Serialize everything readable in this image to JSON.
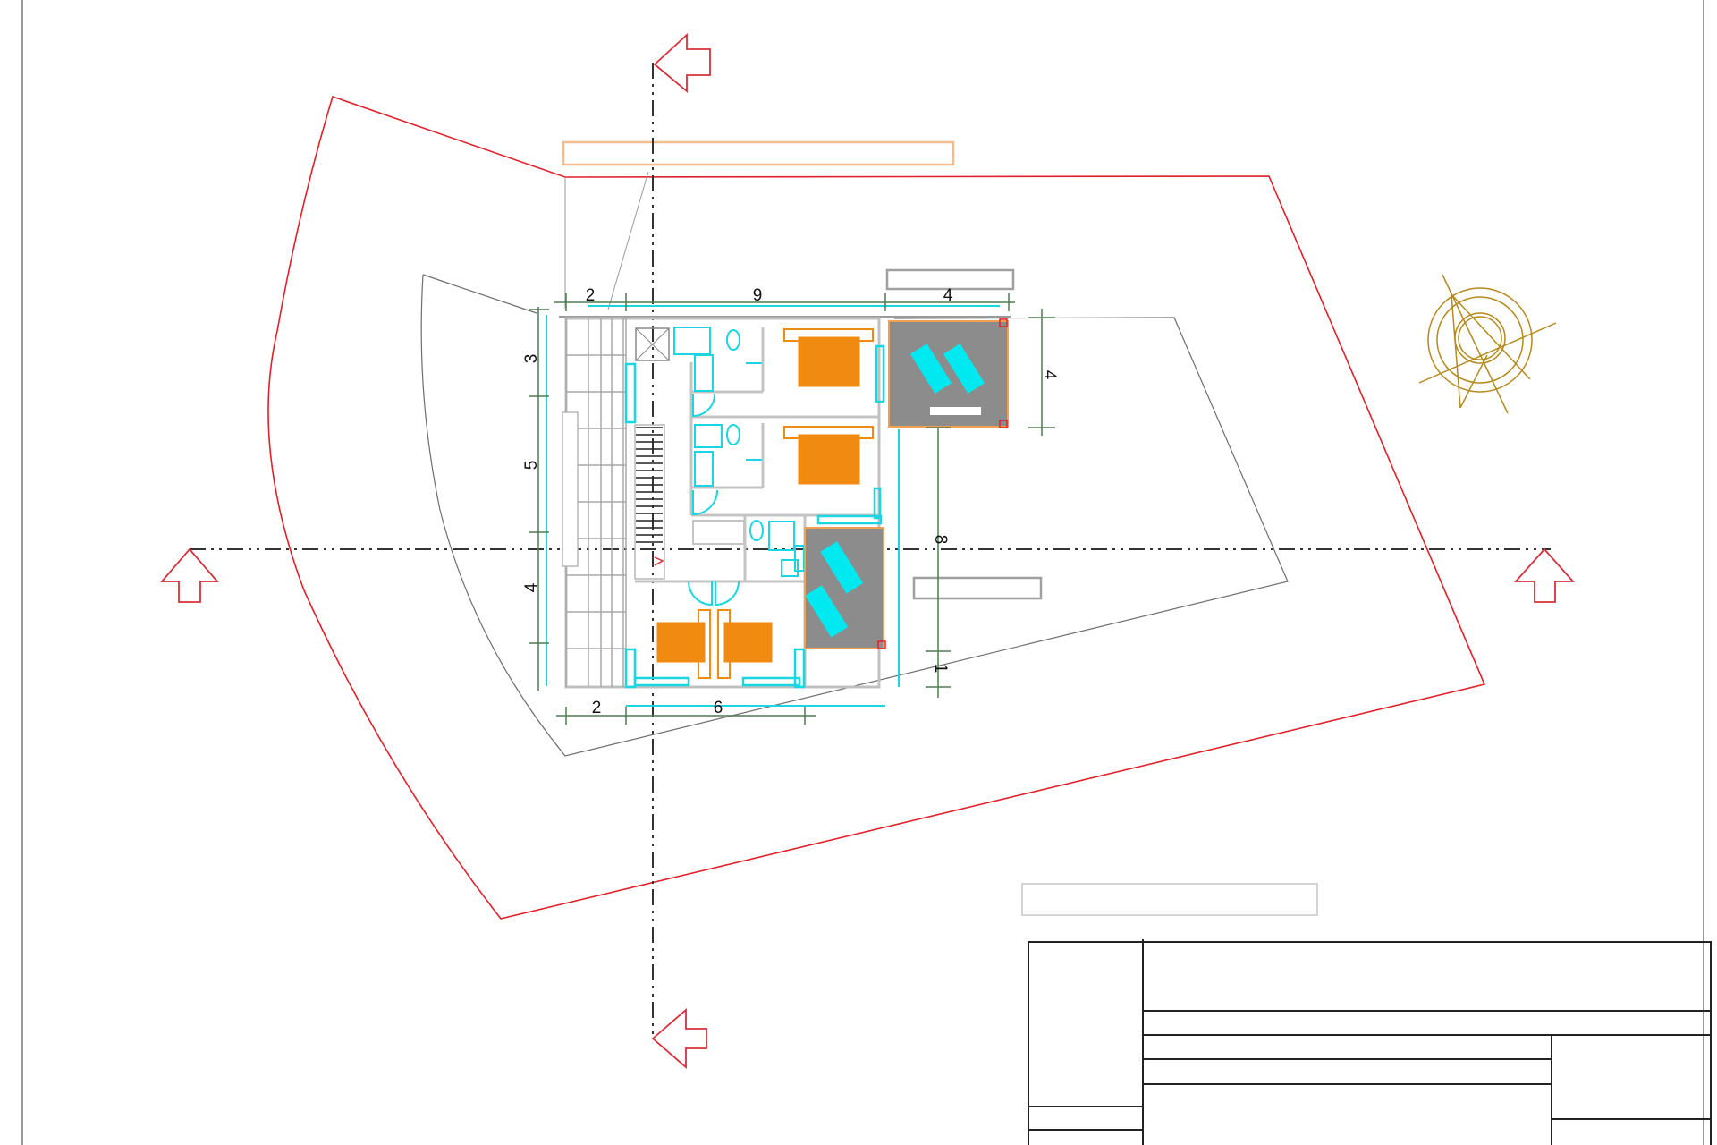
{
  "drawing": {
    "type": "architectural floor plan with site boundary",
    "colors": {
      "site_boundary": "#e0202a",
      "setback_outline": "#6e6e6e",
      "walls": "#b8b8b8",
      "glazing": "#19d6e0",
      "furniture": "#f08a10",
      "terrace_floor": "#8c8c8c",
      "sunbeds": "#00e8f0",
      "dimension_lines": "#4f7a50",
      "compass": "#b48a1c",
      "section_markers": "#d8303a",
      "title_block": "#222222"
    }
  },
  "dimensions": {
    "top": [
      {
        "label": "2"
      },
      {
        "label": "9"
      },
      {
        "label": "4"
      }
    ],
    "left": [
      {
        "label": "3"
      },
      {
        "label": "5"
      },
      {
        "label": "4"
      }
    ],
    "bottom": [
      {
        "label": "2"
      },
      {
        "label": "6"
      }
    ],
    "right_terrace": {
      "label": "4"
    },
    "right_site": [
      {
        "label": "8"
      },
      {
        "label": "1"
      }
    ]
  },
  "section_markers": [
    {
      "name": "section-arrow-top",
      "direction": "left"
    },
    {
      "name": "section-arrow-bottom",
      "direction": "left"
    },
    {
      "name": "section-arrow-left",
      "direction": "up"
    },
    {
      "name": "section-arrow-right",
      "direction": "up"
    }
  ],
  "compass": {
    "icon": "north-arrow-compass-icon"
  },
  "title_block": {
    "cells": []
  }
}
